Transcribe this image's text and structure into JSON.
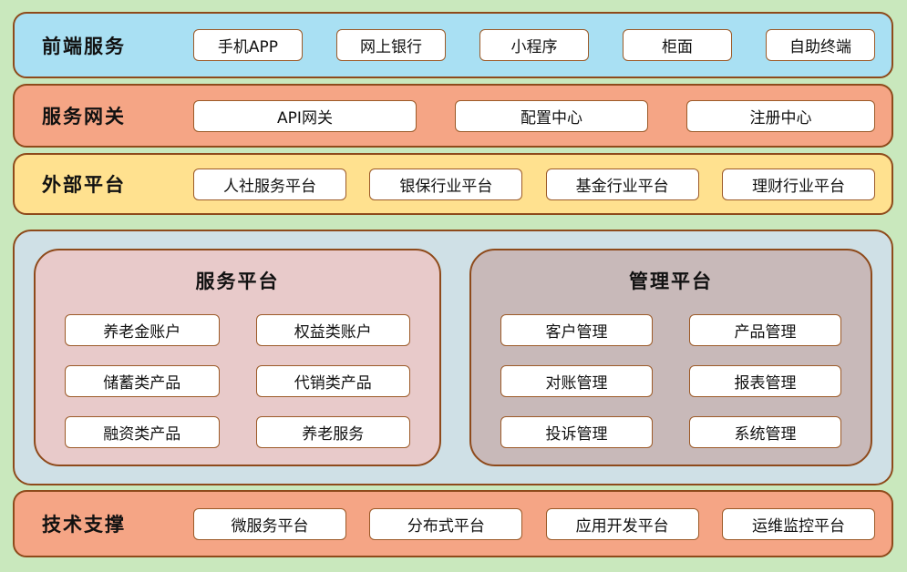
{
  "colors": {
    "page_bg": "#c9e8bd",
    "border": "#8e4a1b",
    "item_border": "#9c5a28",
    "item_bg": "#ffffff",
    "frontend_bg": "#a9e0f3",
    "gateway_bg": "#f5a585",
    "external_bg": "#ffe18f",
    "middle_bg": "#cfe0e6",
    "service_bg": "#e8caca",
    "mgmt_bg": "#c8b9b9",
    "support_bg": "#f5a585"
  },
  "sections": {
    "frontend": {
      "label": "前端服务",
      "items": [
        "手机APP",
        "网上银行",
        "小程序",
        "柜面",
        "自助终端"
      ]
    },
    "gateway": {
      "label": "服务网关",
      "items": [
        "API网关",
        "配置中心",
        "注册中心"
      ]
    },
    "external": {
      "label": "外部平台",
      "items": [
        "人社服务平台",
        "银保行业平台",
        "基金行业平台",
        "理财行业平台"
      ]
    },
    "support": {
      "label": "技术支撑",
      "items": [
        "微服务平台",
        "分布式平台",
        "应用开发平台",
        "运维监控平台"
      ]
    }
  },
  "panels": {
    "service": {
      "title": "服务平台",
      "items": [
        "养老金账户",
        "权益类账户",
        "储蓄类产品",
        "代销类产品",
        "融资类产品",
        "养老服务"
      ]
    },
    "management": {
      "title": "管理平台",
      "items": [
        "客户管理",
        "产品管理",
        "对账管理",
        "报表管理",
        "投诉管理",
        "系统管理"
      ]
    }
  }
}
